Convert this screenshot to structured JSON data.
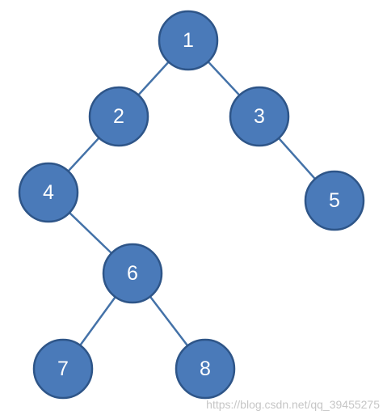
{
  "tree": {
    "nodes": [
      {
        "id": "1",
        "label": "1"
      },
      {
        "id": "2",
        "label": "2"
      },
      {
        "id": "3",
        "label": "3"
      },
      {
        "id": "4",
        "label": "4"
      },
      {
        "id": "5",
        "label": "5"
      },
      {
        "id": "6",
        "label": "6"
      },
      {
        "id": "7",
        "label": "7"
      },
      {
        "id": "8",
        "label": "8"
      }
    ],
    "edges": [
      {
        "from": "1",
        "to": "2"
      },
      {
        "from": "1",
        "to": "3"
      },
      {
        "from": "2",
        "to": "4"
      },
      {
        "from": "3",
        "to": "5"
      },
      {
        "from": "4",
        "to": "6"
      },
      {
        "from": "6",
        "to": "7"
      },
      {
        "from": "6",
        "to": "8"
      }
    ],
    "colors": {
      "node_fill": "#4a7ab9",
      "node_outline": "#2e5588",
      "edge": "#4472a8",
      "label": "#ffffff"
    }
  },
  "watermark": "https://blog.csdn.net/qq_39455275"
}
